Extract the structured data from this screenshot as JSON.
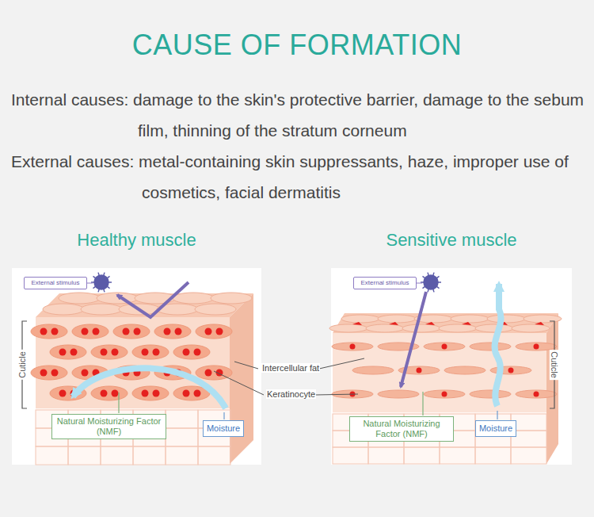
{
  "diagram": {
    "title": "CAUSE OF FORMATION",
    "nodes": [
      {
        "text": [
          "Healthy muscle"
        ]
      },
      {
        "text": [
          "External stimulus"
        ],
        "in": 0
      },
      {
        "text": [
          "Natural Moisturizing Factor (NMF)"
        ],
        "in": 0
      },
      {
        "text": [
          "Moisture"
        ],
        "in": 0
      },
      {
        "text": [
          "Sensitive muscle"
        ]
      },
      {
        "text": [
          "External stimulus"
        ],
        "in": 4
      },
      {
        "text": [
          "Natural Moisturizing Factor (NMF)"
        ],
        "in": 4
      },
      {
        "text": [
          "Moisture"
        ],
        "in": 4
      }
    ],
    "labels": [
      "Internal causes: damage to the skin's protective barrier, damage to the sebum film, thinning of the stratum corneum",
      "External causes: metal-containing skin suppressants, haze, improper use of cosmetics, facial dermatitis",
      "Cuticle",
      "Cuticle",
      "Intercellular fat",
      "Keratinocyte"
    ]
  }
}
